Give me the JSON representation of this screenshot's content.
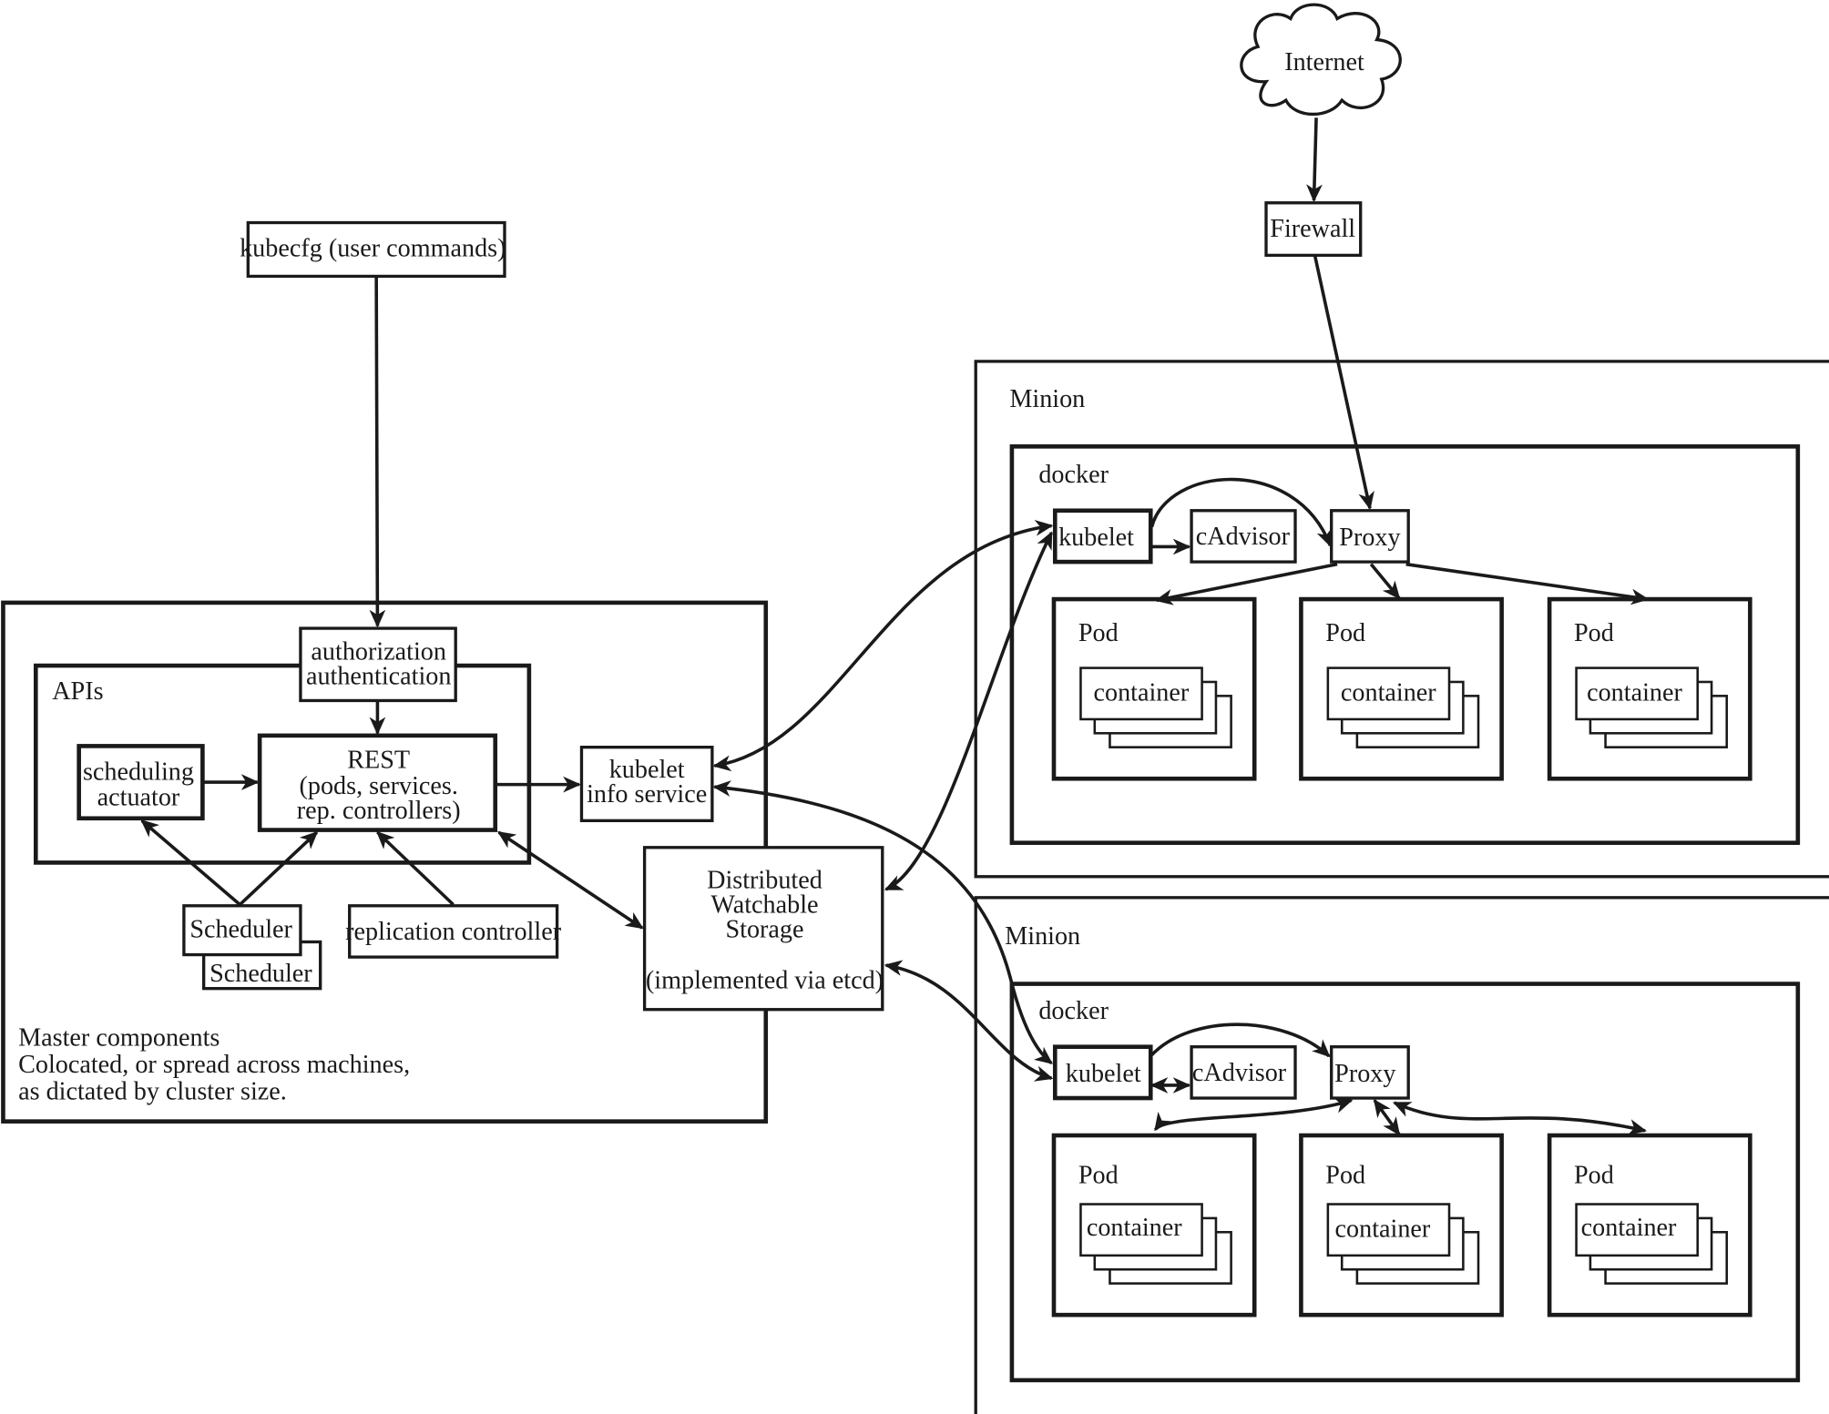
{
  "cloud": {
    "label": "Internet"
  },
  "firewall": {
    "label": "Firewall"
  },
  "kubecfg": {
    "label": "kubecfg (user commands)"
  },
  "master": {
    "auth_line1": "authorization",
    "auth_line2": "authentication",
    "apis_label": "APIs",
    "scheduling_line1": "scheduling",
    "scheduling_line2": "actuator",
    "rest_line1": "REST",
    "rest_line2": "(pods, services.",
    "rest_line3": "rep. controllers)",
    "kubelet_info_line1": "kubelet",
    "kubelet_info_line2": "info service",
    "storage_line1": "Distributed",
    "storage_line2": "Watchable",
    "storage_line3": "Storage",
    "storage_line4": "(implemented via etcd)",
    "scheduler_front": "Scheduler",
    "scheduler_back": "Scheduler",
    "replication": "replication controller",
    "caption_line1": "Master components",
    "caption_line2": "Colocated, or spread across machines,",
    "caption_line3": "as dictated by cluster size."
  },
  "minions": [
    {
      "label": "Minion",
      "docker_label": "docker",
      "kubelet": "kubelet",
      "cadvisor": "cAdvisor",
      "proxy": "Proxy",
      "pods": [
        {
          "label": "Pod",
          "container": "container"
        },
        {
          "label": "Pod",
          "container": "container"
        },
        {
          "label": "Pod",
          "container": "container"
        }
      ]
    },
    {
      "label": "Minion",
      "docker_label": "docker",
      "kubelet": "kubelet",
      "cadvisor": "cAdvisor",
      "proxy": "Proxy",
      "pods": [
        {
          "label": "Pod",
          "container": "container"
        },
        {
          "label": "Pod",
          "container": "container"
        },
        {
          "label": "Pod",
          "container": "container"
        }
      ]
    }
  ]
}
